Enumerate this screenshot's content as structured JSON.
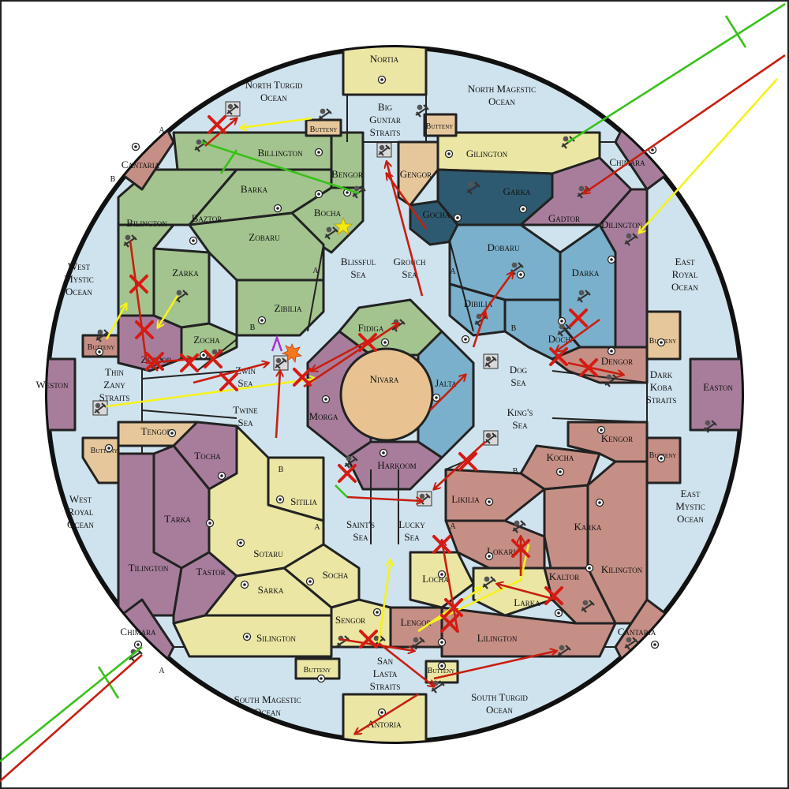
{
  "colors": {
    "sea": "#cfe3ee",
    "green": "#a3c48e",
    "teal_dark": "#2d5a70",
    "blue": "#7ab0cb",
    "purple": "#a87d9c",
    "rose": "#c68f85",
    "cream": "#ebe6a4",
    "tan": "#e6c79b",
    "center": "#e8c391",
    "border": "#111111"
  },
  "center": {
    "name": "Nivara"
  },
  "territories": [
    {
      "id": "nortia",
      "name": "Nortia"
    },
    {
      "id": "antoria",
      "name": "Antoria"
    },
    {
      "id": "weston",
      "name": "Weston"
    },
    {
      "id": "easton",
      "name": "Easton"
    },
    {
      "id": "cantaria-nw",
      "name": "Cantaria",
      "label_a": "A",
      "label_b": "B"
    },
    {
      "id": "chimara-ne",
      "name": "Chimara"
    },
    {
      "id": "chimara-sw",
      "name": "Chimara",
      "label_a": "A"
    },
    {
      "id": "cantaria-se",
      "name": "Cantaria"
    },
    {
      "id": "butteny-nw",
      "name": "Butteny"
    },
    {
      "id": "butteny-ne",
      "name": "Butteny"
    },
    {
      "id": "butteny-w",
      "name": "Butteny"
    },
    {
      "id": "butteny-w2",
      "name": "Butteny"
    },
    {
      "id": "butteny-e",
      "name": "Butteny"
    },
    {
      "id": "butteny-e2",
      "name": "Butteny"
    },
    {
      "id": "butteny-sw",
      "name": "Butteny"
    },
    {
      "id": "butteny-se",
      "name": "Butteny"
    },
    {
      "id": "billington",
      "name": "Billington"
    },
    {
      "id": "bengor-n",
      "name": "Bengor"
    },
    {
      "id": "barka",
      "name": "Barka"
    },
    {
      "id": "bocha",
      "name": "Bocha"
    },
    {
      "id": "baztor",
      "name": "Baztor"
    },
    {
      "id": "bilington-w",
      "name": "Bilington"
    },
    {
      "id": "zobaru",
      "name": "Zobaru",
      "label_a": "A"
    },
    {
      "id": "zarka",
      "name": "Zarka"
    },
    {
      "id": "zibilia",
      "name": "Zibilia",
      "label_b": "B"
    },
    {
      "id": "zocha",
      "name": "Zocha"
    },
    {
      "id": "zengor",
      "name": "Zengor"
    },
    {
      "id": "gilington",
      "name": "Gilington"
    },
    {
      "id": "gengor",
      "name": "Gengor"
    },
    {
      "id": "garka",
      "name": "Garka"
    },
    {
      "id": "gocha",
      "name": "Gocha"
    },
    {
      "id": "gadtor",
      "name": "Gadtor"
    },
    {
      "id": "dilington",
      "name": "Dilington"
    },
    {
      "id": "dobaru",
      "name": "Dobaru",
      "label_a": "A"
    },
    {
      "id": "darka",
      "name": "Darka"
    },
    {
      "id": "dibilia",
      "name": "Dibilia",
      "label_b": "B"
    },
    {
      "id": "docha",
      "name": "Docha"
    },
    {
      "id": "dengor",
      "name": "Dengor"
    },
    {
      "id": "kengor",
      "name": "Kengor"
    },
    {
      "id": "kocha",
      "name": "Kocha"
    },
    {
      "id": "karka",
      "name": "Karka"
    },
    {
      "id": "kilington",
      "name": "Kilington"
    },
    {
      "id": "kaltor",
      "name": "Kaltor"
    },
    {
      "id": "likilia",
      "name": "Likilia",
      "label_b": "B"
    },
    {
      "id": "lokaru",
      "name": "Lokaru",
      "label_a": "A"
    },
    {
      "id": "locha",
      "name": "Locha"
    },
    {
      "id": "larka",
      "name": "Larka"
    },
    {
      "id": "lilington",
      "name": "Lilington"
    },
    {
      "id": "lengor",
      "name": "Lengor"
    },
    {
      "id": "tengor",
      "name": "Tengor"
    },
    {
      "id": "tocha",
      "name": "Tocha"
    },
    {
      "id": "tarka",
      "name": "Tarka"
    },
    {
      "id": "tilington",
      "name": "Tilington"
    },
    {
      "id": "tastor",
      "name": "Tastor"
    },
    {
      "id": "sitilia",
      "name": "Sitilia",
      "label_b": "B"
    },
    {
      "id": "sotaru",
      "name": "Sotaru",
      "label_a": "A"
    },
    {
      "id": "socha",
      "name": "Socha"
    },
    {
      "id": "sarka",
      "name": "Sarka"
    },
    {
      "id": "silington",
      "name": "Silington"
    },
    {
      "id": "sengor",
      "name": "Sengor"
    },
    {
      "id": "fidiga",
      "name": "Fidiga"
    },
    {
      "id": "jalta",
      "name": "Jalta"
    },
    {
      "id": "morga",
      "name": "Morga"
    },
    {
      "id": "harkoom",
      "name": "Harkoom"
    }
  ],
  "seas": [
    {
      "id": "north-turgid-ocean",
      "lines": [
        "North Turgid",
        "Ocean"
      ]
    },
    {
      "id": "north-magestic-ocean",
      "lines": [
        "North Magestic",
        "Ocean"
      ]
    },
    {
      "id": "west-mystic-ocean",
      "lines": [
        "West",
        "Mystic",
        "Ocean"
      ]
    },
    {
      "id": "east-royal-ocean",
      "lines": [
        "East",
        "Royal",
        "Ocean"
      ]
    },
    {
      "id": "west-royal-ocean",
      "lines": [
        "West",
        "Royal",
        "Ocean"
      ]
    },
    {
      "id": "east-mystic-ocean",
      "lines": [
        "East",
        "Mystic",
        "Ocean"
      ]
    },
    {
      "id": "south-magestic-ocean",
      "lines": [
        "South Magestic",
        "Ocean"
      ]
    },
    {
      "id": "south-turgid-ocean",
      "lines": [
        "South Turgid",
        "Ocean"
      ]
    },
    {
      "id": "big-guntar-straits",
      "lines": [
        "Big",
        "Guntar",
        "Straits"
      ]
    },
    {
      "id": "thin-zany-straits",
      "lines": [
        "Thin",
        "Zany",
        "Straits"
      ]
    },
    {
      "id": "dark-koba-straits",
      "lines": [
        "Dark",
        "Koba",
        "Straits"
      ]
    },
    {
      "id": "san-lasta-straits",
      "lines": [
        "San",
        "Lasta",
        "Straits"
      ]
    },
    {
      "id": "blissful-sea",
      "lines": [
        "Blissful",
        "Sea"
      ]
    },
    {
      "id": "grouch-sea",
      "lines": [
        "Grouch",
        "Sea"
      ]
    },
    {
      "id": "zwin-sea",
      "lines": [
        "Zwin",
        "Sea"
      ]
    },
    {
      "id": "twine-sea",
      "lines": [
        "Twine",
        "Sea"
      ]
    },
    {
      "id": "dog-sea",
      "lines": [
        "Dog",
        "Sea"
      ]
    },
    {
      "id": "kings-sea",
      "lines": [
        "King's",
        "Sea"
      ]
    },
    {
      "id": "saints-sea",
      "lines": [
        "Saint's",
        "Sea"
      ]
    },
    {
      "id": "lucky-sea",
      "lines": [
        "Lucky",
        "Sea"
      ]
    }
  ],
  "icons": {
    "unit": "catapult-unit-icon",
    "order_failed": "x-mark-icon",
    "battle": "explosion-icon",
    "capital": "dot-circle-icon",
    "star": "star-icon"
  },
  "move_colors": {
    "red": "#c81e0f",
    "yellow": "#f6f21c",
    "green": "#39c11a"
  }
}
